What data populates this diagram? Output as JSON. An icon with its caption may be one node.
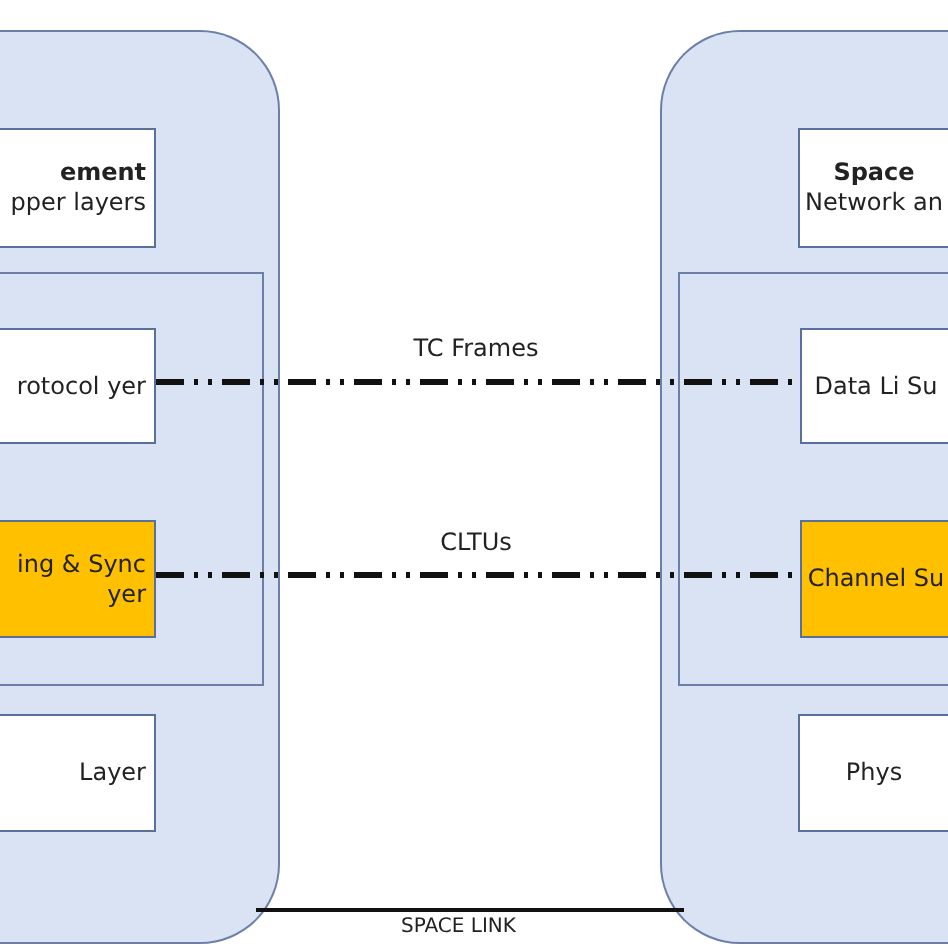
{
  "diagram": {
    "nodes": [
      {
        "text": [],
        "shape": "box"
      },
      {
        "text": [
          "ement",
          "pper layers"
        ],
        "in": 0
      },
      {
        "text": [],
        "shape": "box",
        "in": 0
      },
      {
        "text": [
          "rotocol yer"
        ],
        "in": 2
      },
      {
        "text": [
          "ing & Sync yer"
        ],
        "in": 2
      },
      {
        "text": [
          "Layer"
        ],
        "in": 0
      },
      {
        "text": [],
        "shape": "box"
      },
      {
        "text": [
          "Space",
          "Network an"
        ],
        "in": 6
      },
      {
        "text": [],
        "shape": "box",
        "in": 6
      },
      {
        "text": [
          "Data Li Su"
        ],
        "in": 8
      },
      {
        "text": [
          "Channel Su"
        ],
        "in": 8
      },
      {
        "text": [
          "Phys"
        ],
        "in": 6
      }
    ],
    "edges": [
      {
        "from": 3,
        "to": 9,
        "arrow": "none",
        "label": "TC Frames",
        "style": "dashed"
      },
      {
        "from": 4,
        "to": 10,
        "arrow": "none",
        "label": "CLTUs",
        "style": "dashed"
      },
      {
        "from": 0,
        "to": 6,
        "arrow": "none",
        "label": "SPACE LINK"
      }
    ]
  }
}
